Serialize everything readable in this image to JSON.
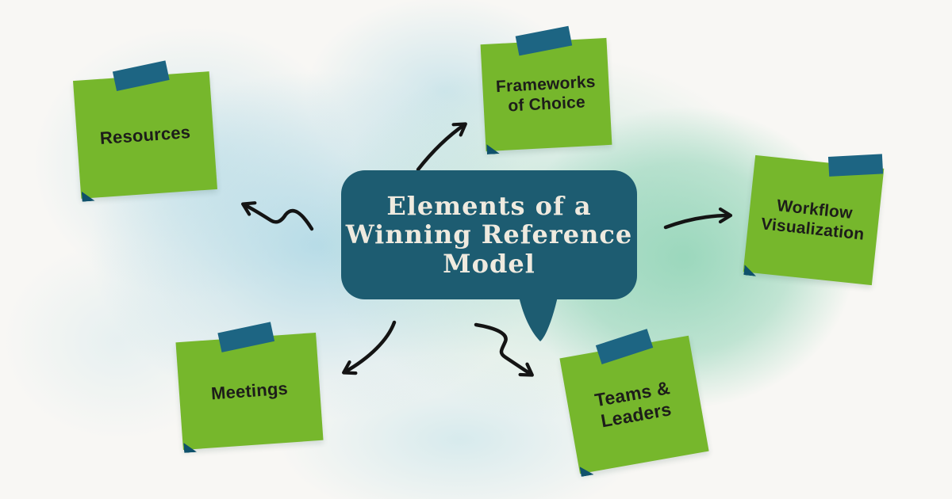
{
  "bubble": {
    "title": "Elements of a\nWinning Reference\nModel"
  },
  "notes": [
    {
      "id": "resources",
      "label": "Resources"
    },
    {
      "id": "frameworks-of-choice",
      "label": "Frameworks\nof Choice"
    },
    {
      "id": "workflow-visualization",
      "label": "Workflow\nVisualization"
    },
    {
      "id": "teams-and-leaders",
      "label": "Teams &\nLeaders"
    },
    {
      "id": "meetings",
      "label": "Meetings"
    }
  ],
  "connections": [
    {
      "from": "bubble",
      "to": "resources"
    },
    {
      "from": "bubble",
      "to": "frameworks-of-choice"
    },
    {
      "from": "bubble",
      "to": "workflow-visualization"
    },
    {
      "from": "bubble",
      "to": "teams-and-leaders"
    },
    {
      "from": "bubble",
      "to": "meetings"
    }
  ],
  "palette": {
    "background_paper": "#f8f7f4",
    "wash_blue": "#a5d4e3",
    "wash_mint": "#94d5b8",
    "note_green": "#76b72c",
    "tape_teal": "#1d6583",
    "fold_teal": "#0f516b",
    "bubble_teal": "#1d5c71",
    "bubble_text": "#efeadf",
    "note_text": "#1d1d1a",
    "arrow_black": "#141414"
  }
}
